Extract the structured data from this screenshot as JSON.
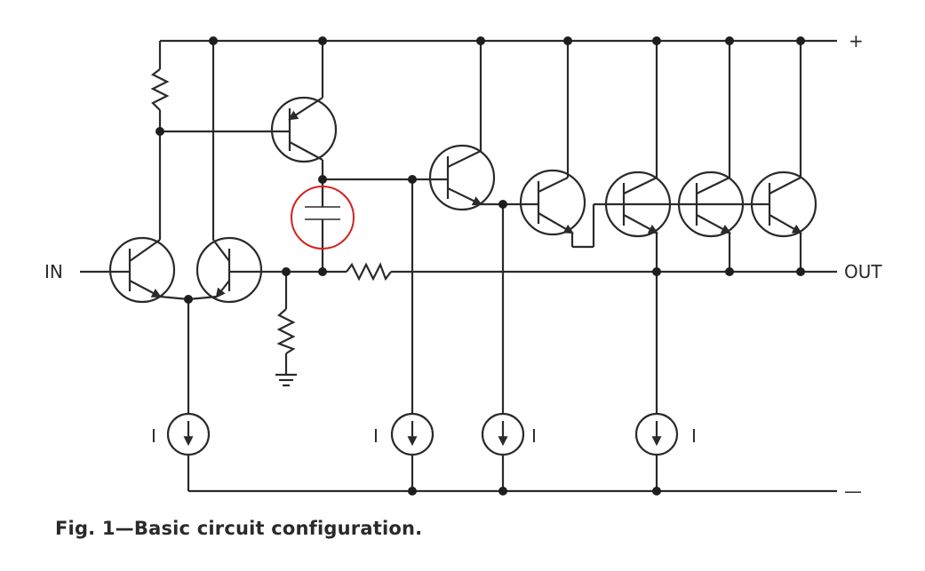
{
  "labels": {
    "input": "IN",
    "output": "OUT",
    "positive_rail": "+",
    "negative_rail": "—",
    "current_source": "I"
  },
  "caption": "Fig. 1—Basic circuit configuration.",
  "colors": {
    "ink": "#2a2a2a",
    "highlight": "#d42020"
  }
}
